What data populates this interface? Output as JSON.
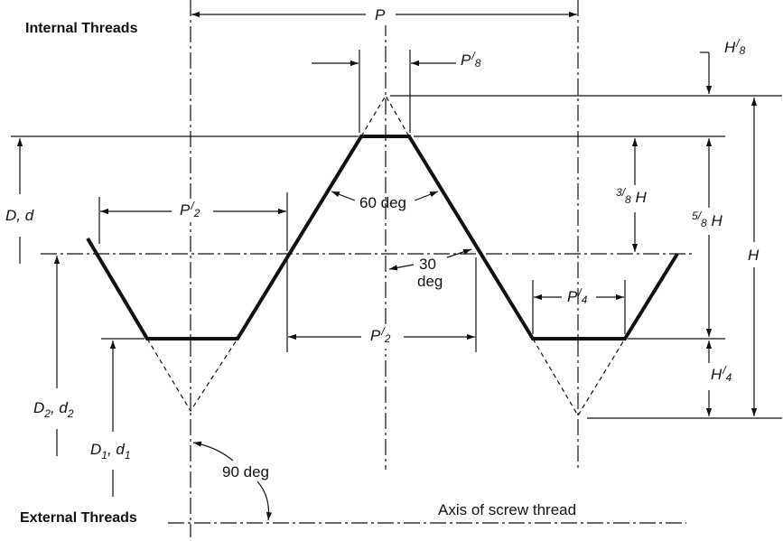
{
  "labels": {
    "internal_threads": "Internal Threads",
    "external_threads": "External Threads",
    "axis": "Axis of screw thread",
    "pitch": "P",
    "p_over_8_num": "P",
    "p_over_8_den": "8",
    "h_over_8_num": "H",
    "h_over_8_den": "8",
    "p_over_2_top_num": "P",
    "p_over_2_top_den": "2",
    "p_over_2_mid_num": "P",
    "p_over_2_mid_den": "2",
    "p_over_4_num": "P",
    "p_over_4_den": "4",
    "three_eighths_num": "3",
    "three_eighths_den": "8",
    "three_eighths_var": " H",
    "five_eighths_num": "5",
    "five_eighths_den": "8",
    "five_eighths_var": " H",
    "h_over_4_num": "H",
    "h_over_4_den": "4",
    "h_full": "H",
    "angle_60": "60 deg",
    "angle_30_line1": "30",
    "angle_30_line2": "deg",
    "angle_90": "90 deg",
    "major_diameter": "D, d",
    "pitch_diam_main": "D",
    "pitch_diam_sub1": "2",
    "pitch_diam_sep": ", d",
    "pitch_diam_sub2": "2",
    "minor_diam_main": "D",
    "minor_diam_sub1": "1",
    "minor_diam_sep": ", d",
    "minor_diam_sub2": "1"
  }
}
